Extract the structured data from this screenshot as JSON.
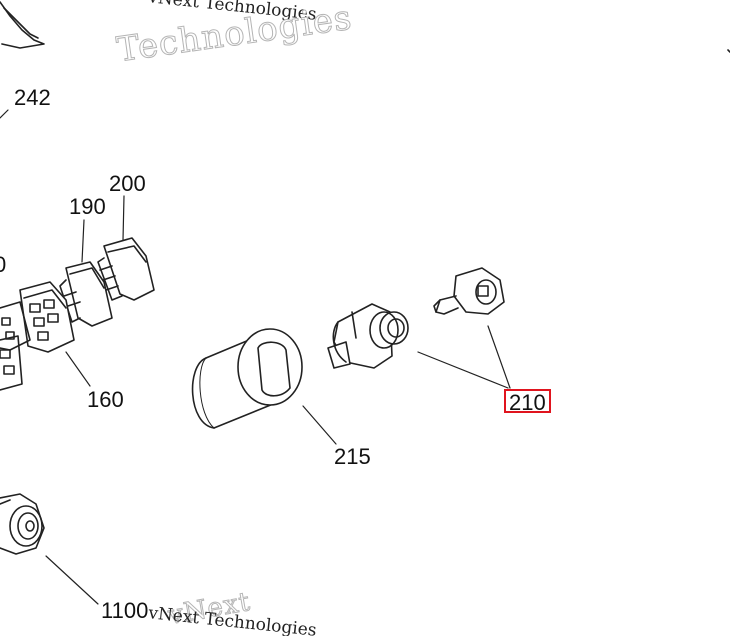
{
  "watermark": {
    "line_small": "vNext Technologies",
    "line_big": "Technologies",
    "line_bottom_a": "vNext",
    "line_bottom_b": "vNext Technologies"
  },
  "callouts": [
    {
      "id": "242",
      "label": "242"
    },
    {
      "id": "200",
      "label": "200"
    },
    {
      "id": "190",
      "label": "190"
    },
    {
      "id": "0",
      "label": "0"
    },
    {
      "id": "160",
      "label": "160"
    },
    {
      "id": "215",
      "label": "215"
    },
    {
      "id": "210",
      "label": "210",
      "selected": true
    },
    {
      "id": "1100",
      "label": "1100"
    }
  ],
  "colors": {
    "line": "#222222",
    "highlight": "#e0141e",
    "watermark": "#b5b5b5"
  }
}
